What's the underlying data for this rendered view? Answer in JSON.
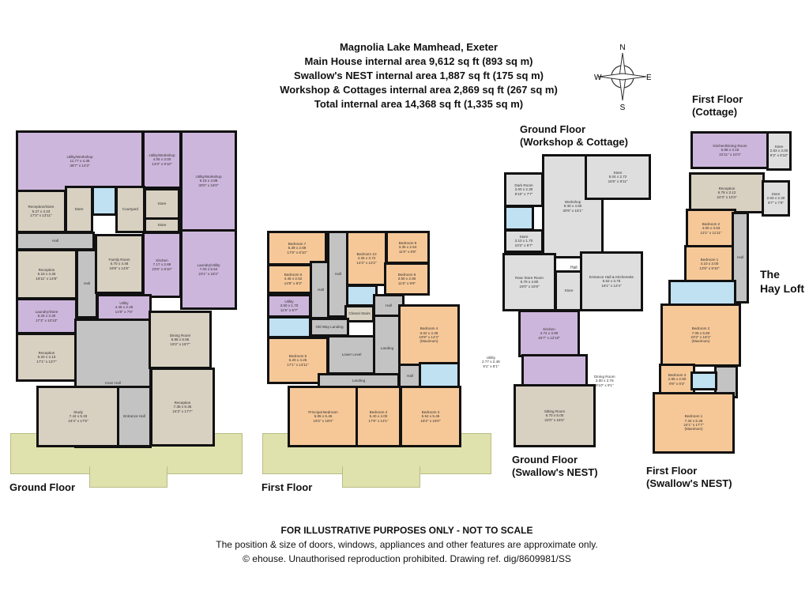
{
  "header": {
    "title": "Magnolia Lake Mamhead, Exeter",
    "lines": [
      "Main House internal area 9,612 sq ft (893 sq m)",
      "Swallow's NEST internal area 1,887 sq ft (175 sq m)",
      "Workshop & Cottages internal area 2,869 sq ft (267 sq m)",
      "Total internal area 14,368 sq ft (1,335 sq m)"
    ]
  },
  "compass": {
    "n": "N",
    "s": "S",
    "e": "E",
    "w": "W"
  },
  "palette": {
    "utility": "#cdb6dc",
    "reception": "#d8d0c1",
    "bedroom": "#f6c898",
    "circulation": "#c3c3c3",
    "bathroom": "#bfe1f2",
    "workshop": "#dedede",
    "terrace": "#dfe2ad",
    "wall": "#111111"
  },
  "floor_labels": {
    "ground": "Ground Floor",
    "first": "First Floor",
    "workshop_ground": [
      "Ground Floor",
      "(Workshop & Cottage)"
    ],
    "nest_ground": [
      "Ground Floor",
      "(Swallow's NEST)"
    ],
    "cottage_first": [
      "First Floor",
      "(Cottage)"
    ],
    "nest_first": [
      "First Floor",
      "(Swallow's NEST)"
    ],
    "hay_loft": [
      "The",
      "Hay Loft"
    ]
  },
  "rooms": [
    {
      "zone": "utility",
      "name": "Utility/Workshop",
      "metric": "11.77 x 4.35",
      "imperial": "38'7\" x 14'3\""
    },
    {
      "zone": "utility",
      "name": "Utility/Workshop",
      "metric": "4.05 x 3.00",
      "imperial": "13'3\" x 9'10\""
    },
    {
      "zone": "utility",
      "name": "Utility/Workshop",
      "metric": "9.15 x 4.88",
      "imperial": "30'0\" x 16'0\""
    },
    {
      "zone": "utility",
      "name": "Laundry/Utility",
      "metric": "7.03 x 5.54",
      "imperial": "23'1\" x 18'2\""
    },
    {
      "zone": "reception",
      "name": "Reception/Store",
      "metric": "5.27 x 4.23",
      "imperial": "17'3\" x 13'11\""
    },
    {
      "zone": "reception",
      "name": "Store"
    },
    {
      "zone": "bathroom"
    },
    {
      "zone": "reception",
      "name": "Courtyard"
    },
    {
      "zone": "reception",
      "name": "Store"
    },
    {
      "zone": "reception",
      "name": "Store"
    },
    {
      "zone": "circulation",
      "name": "Hall"
    },
    {
      "zone": "circulation",
      "name": "Hall"
    },
    {
      "zone": "reception",
      "name": "Reception",
      "metric": "5.16 x 4.46",
      "imperial": "16'11\" x 14'8\""
    },
    {
      "zone": "reception",
      "name": "Family Room",
      "metric": "5.70 x 4.46",
      "imperial": "18'8\" x 14'8\""
    },
    {
      "zone": "utility",
      "name": "Kitchen",
      "metric": "7.17 x 2.69",
      "imperial": "23'6\" x 8'10\""
    },
    {
      "zone": "utility",
      "name": "Utility",
      "metric": "4.46 x 2.26",
      "imperial": "14'8\" x 7'5\""
    },
    {
      "zone": "utility",
      "name": "Laundry/Store",
      "metric": "5.26 x 3.30",
      "imperial": "17'3\" x 10'10\""
    },
    {
      "zone": "reception",
      "name": "Reception",
      "metric": "5.20 x 4.13",
      "imperial": "17'1\" x 13'7\""
    },
    {
      "zone": "circulation",
      "name": "Inner Hall"
    },
    {
      "zone": "reception",
      "name": "Dining Room",
      "metric": "5.85 x 5.65",
      "imperial": "19'2\" x 18'7\""
    },
    {
      "zone": "reception",
      "name": "Reception",
      "metric": "7.38 x 5.35",
      "imperial": "24'3\" x 17'7\""
    },
    {
      "zone": "reception",
      "name": "Study",
      "metric": "7.42 x 5.33",
      "imperial": "24'4\" x 17'6\""
    },
    {
      "zone": "circulation",
      "name": "Entrance Hall"
    },
    {
      "zone": "bedroom",
      "name": "Bedroom 7",
      "metric": "5.39 x 2.69",
      "imperial": "17'8\" x 8'10\""
    },
    {
      "zone": "bedroom",
      "name": "Bedroom 6",
      "metric": "4.46 x 2.52",
      "imperial": "14'8\" x 8'3\""
    },
    {
      "zone": "utility",
      "name": "Utility",
      "metric": "3.50 x 1.70",
      "imperial": "11'6\" x 5'7\""
    },
    {
      "zone": "bathroom"
    },
    {
      "zone": "bedroom",
      "name": "Bedroom 5",
      "metric": "5.20 x 4.25",
      "imperial": "17'1\" x 13'11\""
    },
    {
      "zone": "circulation",
      "name": "Hall"
    },
    {
      "zone": "circulation",
      "name": "Hall"
    },
    {
      "zone": "bedroom",
      "name": "Bedroom 10",
      "metric": "4.35 x 3.72",
      "imperial": "14'3\" x 12'2\""
    },
    {
      "zone": "bedroom",
      "name": "Bedroom 9",
      "metric": "3.35 x 2.64",
      "imperial": "11'0\" x 8'8\""
    },
    {
      "zone": "bedroom",
      "name": "Bedroom 8",
      "metric": "3.50 x 2.90",
      "imperial": "11'6\" x 9'6\""
    },
    {
      "zone": "bathroom"
    },
    {
      "zone": "reception",
      "name": "Closed Stairs"
    },
    {
      "zone": "circulation",
      "name": "Hall"
    },
    {
      "zone": "circulation",
      "name": "Old Way Landing"
    },
    {
      "zone": "circulation",
      "name": "Lower Level"
    },
    {
      "zone": "circulation",
      "name": "Landing"
    },
    {
      "zone": "bedroom",
      "name": "Bedroom 4",
      "metric": "6.02 x 4.36",
      "imperial": "19'9\" x 14'4\"",
      "note": "(Maximum)"
    },
    {
      "zone": "circulation",
      "name": "Hall"
    },
    {
      "zone": "bathroom"
    },
    {
      "zone": "circulation",
      "name": "Landing"
    },
    {
      "zone": "bedroom",
      "name": "Principal Bedroom",
      "metric": "5.85 x 5.46",
      "imperial": "19'2\" x 18'0\""
    },
    {
      "zone": "bedroom",
      "name": "Bedroom 2",
      "metric": "5.40 x 4.00",
      "imperial": "17'9\" x 13'1\""
    },
    {
      "zone": "bedroom",
      "name": "Bedroom 3",
      "metric": "5.54 x 5.46",
      "imperial": "18'2\" x 18'0\""
    },
    {
      "zone": "workshop",
      "name": "Dark Room",
      "metric": "3.00 x 2.30",
      "imperial": "9'10\" x 7'7\""
    },
    {
      "zone": "bathroom"
    },
    {
      "zone": "workshop",
      "name": "Store",
      "metric": "3.10 x 1.70",
      "imperial": "10'2\" x 5'7\""
    },
    {
      "zone": "workshop",
      "name": "Workshop",
      "metric": "9.30 x 4.90",
      "imperial": "30'6\" x 16'1\""
    },
    {
      "zone": "workshop",
      "name": "Store",
      "metric": "5.04 x 2.72",
      "imperial": "16'6\" x 8'11\""
    },
    {
      "zone": "workshop",
      "name": "Rear Store Room",
      "metric": "5.79 x 4.80",
      "imperial": "19'0\" x 15'9\""
    },
    {
      "zone": "workshop",
      "name": "Store"
    },
    {
      "zone": "workshop",
      "name": "Entrance Hall & Kitchenette",
      "metric": "5.52 x 3.76",
      "imperial": "18'1\" x 12'4\""
    },
    {
      "zone": "utility",
      "name": "Kitchen",
      "metric": "4.74 x 3.90",
      "imperial": "15'7\" x 12'10\""
    },
    {
      "zone": "utility"
    },
    {
      "zone": "reception",
      "name": "Sitting Room",
      "metric": "6.70 x 5.00",
      "imperial": "22'0\" x 16'5\""
    },
    {
      "zone": "utility",
      "name": "Kitchen/Dining Room",
      "metric": "6.98 x 3.15",
      "imperial": "22'11\" x 10'4\""
    },
    {
      "zone": "workshop",
      "name": "Store",
      "metric": "2.83 x 3.00",
      "imperial": "9'3\" x 9'10\""
    },
    {
      "zone": "reception",
      "name": "Reception",
      "metric": "6.78 x 3.12",
      "imperial": "22'3\" x 10'3\""
    },
    {
      "zone": "workshop",
      "name": "Store",
      "metric": "2.63 x 2.30",
      "imperial": "8'7\" x 7'6\""
    },
    {
      "zone": "bedroom",
      "name": "Bedroom 2",
      "metric": "4.00 x 3.63",
      "imperial": "13'1\" x 11'11\""
    },
    {
      "zone": "bedroom",
      "name": "Bedroom 1",
      "metric": "4.10 x 3.00",
      "imperial": "13'5\" x 9'10\""
    },
    {
      "zone": "circulation",
      "name": "Hall"
    },
    {
      "zone": "bathroom"
    },
    {
      "zone": "bedroom",
      "name": "Bedroom 2",
      "metric": "7.06 x 5.60",
      "imperial": "23'2\" x 18'4\"",
      "note": "(Maximum)"
    },
    {
      "zone": "bedroom",
      "name": "Bedroom 3",
      "metric": "2.95 x 2.80",
      "imperial": "9'8\" x 9'2\""
    },
    {
      "zone": "bathroom"
    },
    {
      "zone": "circulation"
    },
    {
      "zone": "bathroom"
    },
    {
      "zone": "bedroom",
      "name": "Bedroom 1",
      "metric": "7.34 x 5.36",
      "imperial": "24'1\" x 17'7\"",
      "note": "(Maximum)"
    }
  ],
  "outside_labels": [
    {
      "name": "Utility",
      "metric": "2.77 x 2.48",
      "imperial": "9'1\" x 8'1\""
    },
    {
      "name": "Dining Room",
      "metric": "3.00 x 2.76",
      "imperial": "9'10\" x 9'1\""
    },
    {
      "name": "Hall"
    }
  ],
  "footer": {
    "disclaimer": "FOR ILLUSTRATIVE PURPOSES ONLY - NOT TO SCALE",
    "note": "The position & size of doors, windows, appliances and other features are approximate only.",
    "copyright": "© ehouse. Unauthorised reproduction prohibited. Drawing ref. dig/8609981/SS"
  }
}
